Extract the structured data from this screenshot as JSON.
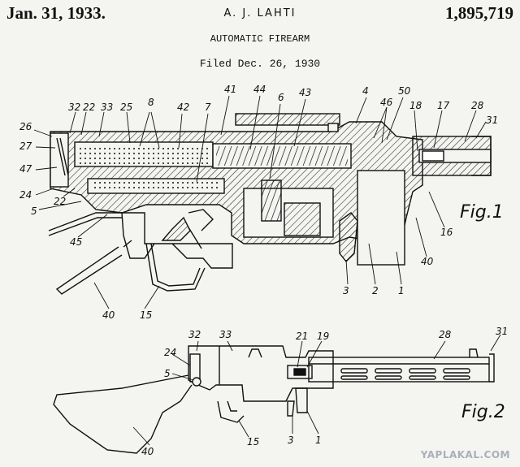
{
  "header": {
    "date": "Jan. 31, 1933.",
    "inventor": "A. J. LAHTI",
    "patent_number": "1,895,719",
    "title": "AUTOMATIC FIREARM",
    "filed": "Filed Dec. 26, 1930"
  },
  "figures": {
    "fig1_label": "Fig.1",
    "fig2_label": "Fig.2"
  },
  "fig1_refs": [
    "26",
    "27",
    "47",
    "24",
    "22",
    "32",
    "22",
    "33",
    "25",
    "8",
    "42",
    "7",
    "41",
    "44",
    "6",
    "43",
    "4",
    "46",
    "50",
    "18",
    "17",
    "28",
    "31",
    "5",
    "45",
    "40",
    "15",
    "3",
    "2",
    "1",
    "40",
    "16"
  ],
  "fig2_refs": [
    "24",
    "5",
    "32",
    "33",
    "21",
    "19",
    "28",
    "31",
    "3",
    "1",
    "15",
    "40"
  ],
  "watermark": "YAPLAKAL.COM"
}
